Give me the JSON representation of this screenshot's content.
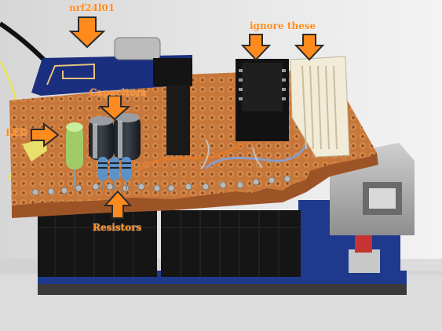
{
  "annotations": {
    "nrf": "nrf24l01",
    "ignore": "ignore these",
    "capacitors": "Capacitors",
    "led": "LED",
    "resistors": "Resistors"
  },
  "colors": {
    "annotation_text": "#ff8a1e",
    "arrow_fill": "#ff8a1e",
    "arrow_stroke": "#2b2b2b",
    "perfboard": "#c8773a",
    "arduino_pcb": "#1f3a8c",
    "header_black": "#151515",
    "background": "#e9e8e8"
  },
  "icons": {
    "annotation_arrow": "down-arrow-icon",
    "led_arrow": "right-arrow-icon",
    "resistor_arrow": "up-arrow-icon"
  }
}
